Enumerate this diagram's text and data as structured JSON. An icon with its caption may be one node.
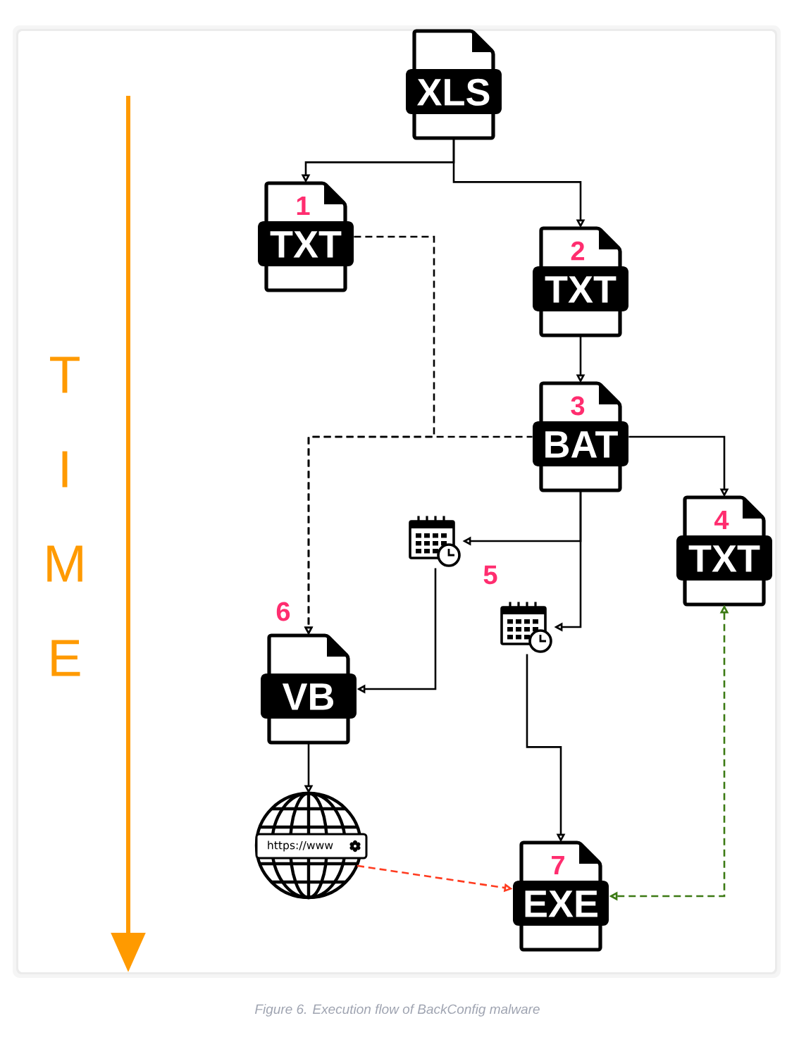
{
  "diagram": {
    "caption": "Figure 6. Execution flow of BackConfig malware",
    "nodes": [
      {
        "text": [
          "XLS"
        ]
      },
      {
        "text": [
          "1",
          "TXT"
        ]
      },
      {
        "text": [
          "2",
          "TXT"
        ]
      },
      {
        "text": [
          "3",
          "BAT"
        ]
      },
      {
        "text": [
          "4",
          "TXT"
        ]
      },
      {
        "text": [],
        "shape": "picture"
      },
      {
        "text": [],
        "shape": "picture"
      },
      {
        "text": [
          "VB"
        ],
        "beside": [
          "6"
        ]
      },
      {
        "text": [
          "https://www"
        ]
      },
      {
        "text": [
          "7",
          "EXE"
        ]
      }
    ],
    "edges": [
      {
        "from": 0,
        "to": 1,
        "arrow": "to"
      },
      {
        "from": 0,
        "to": 2,
        "arrow": "to"
      },
      {
        "from": 2,
        "to": 3,
        "arrow": "to"
      },
      {
        "from": 1,
        "to": 7,
        "arrow": "to",
        "style": "dashed"
      },
      {
        "from": 3,
        "to": 7,
        "arrow": "to",
        "style": "dashed"
      },
      {
        "from": 3,
        "to": 4,
        "arrow": "to"
      },
      {
        "from": 3,
        "to": 5,
        "arrow": "to"
      },
      {
        "from": 3,
        "to": 6,
        "arrow": "to"
      },
      {
        "from": 5,
        "to": 7,
        "arrow": "to"
      },
      {
        "from": 6,
        "to": 9,
        "arrow": "to"
      },
      {
        "from": 7,
        "to": 8,
        "arrow": "to"
      },
      {
        "from": 8,
        "to": 9,
        "arrow": "to",
        "style": "dashed",
        "color": "#ff3b1f"
      },
      {
        "from": 4,
        "to": 9,
        "arrow": "both",
        "style": "dashed",
        "color": "#3c7a14"
      }
    ],
    "labels": [
      "T I M E",
      "5"
    ]
  }
}
